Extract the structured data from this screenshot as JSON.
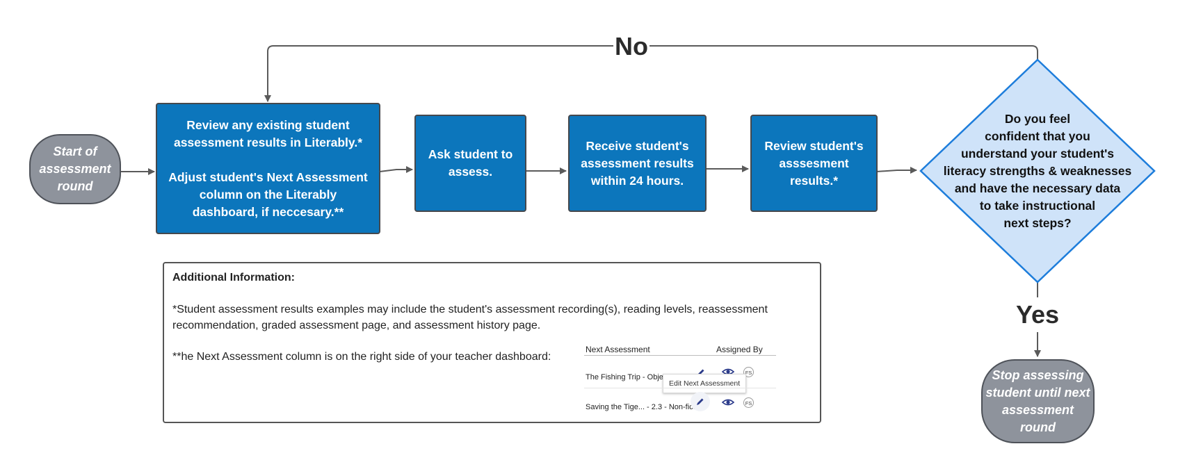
{
  "start": {
    "label": "Start of\nassessment\nround"
  },
  "steps": [
    {
      "label": "Review  any existing student\nassessment results in Literably.*\n\nAdjust student's Next Assessment\ncolumn on the Literably\ndashboard, if neccesary.**"
    },
    {
      "label": "Ask student to\nassess."
    },
    {
      "label": "Receive student's\nassessment results\nwithin 24 hours."
    },
    {
      "label": "Review student's\nasssesment\nresults.*"
    }
  ],
  "decision": {
    "label": "Do you feel\nconfident that you\nunderstand your student's\nliteracy strengths & weaknesses\nand have the necessary data\nto take instructional\nnext steps?"
  },
  "edges": {
    "no_label": "No",
    "yes_label": "Yes"
  },
  "stop": {
    "label": "Stop assessing\nstudent until next\nassessment\nround"
  },
  "info": {
    "title": "Additional Information:",
    "note1_line1": "*Student assessment results examples may include the student's assessment recording(s), reading levels, reassessment",
    "note1_line2": "recommendation, graded assessment page, and assessment history page.",
    "note2": "**he Next Assessment column is on the right side of your teacher dashboard:",
    "table": {
      "col_next": "Next Assessment",
      "col_assigned": "Assigned By",
      "row1": "The Fishing Trip - Objectives 86-88",
      "row2": "Saving the Tige... - 2.3 - Non-fiction",
      "badge": "FS",
      "tooltip": "Edit Next Assessment"
    }
  },
  "colors": {
    "process_fill": "#0c76bc",
    "terminal_fill": "#8e939c",
    "decision_fill": "#cfe3f9",
    "decision_stroke": "#1d7ddb",
    "connector": "#5a5a5a"
  },
  "icons": [
    "pencil-icon",
    "eye-icon"
  ]
}
